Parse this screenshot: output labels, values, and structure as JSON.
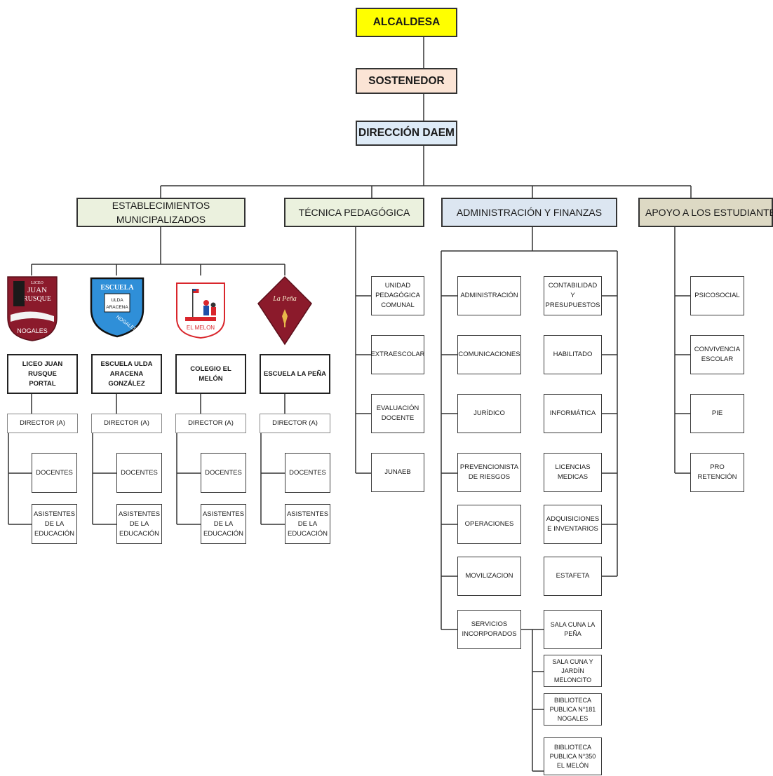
{
  "top": {
    "alcaldesa": "ALCALDESA",
    "sostenedor": "SOSTENEDOR",
    "direccion": "DIRECCIÓN DAEM"
  },
  "areas": {
    "establecimientos": "ESTABLECIMIENTOS\nMUNICIPALIZADOS",
    "tecnica": "TÉCNICA PEDAGÓGICA",
    "administracion": "ADMINISTRACIÓN Y FINANZAS",
    "apoyo": "APOYO A LOS ESTUDIANTES"
  },
  "schools": [
    {
      "name": "LICEO JUAN RUSQUE\nPORTAL",
      "director": "DIRECTOR (A)",
      "docentes": "DOCENTES",
      "asistentes": "ASISTENTES\nDE LA\nEDUCACIÓN",
      "logo": {
        "icon": "crest-liceo-juan-rusque",
        "line1": "LICEO",
        "line2": "JUAN",
        "line3": "RUSQUE",
        "line4": "NOGALES"
      }
    },
    {
      "name": "ESCUELA ULDA\nARACENA GONZÁLEZ",
      "director": "DIRECTOR (A)",
      "docentes": "DOCENTES",
      "asistentes": "ASISTENTES\nDE LA\nEDUCACIÓN",
      "logo": {
        "icon": "shield-escuela-ulda-aracena",
        "line1": "ESCUELA",
        "line2": "ULDA",
        "line3": "ARACENA",
        "line4": "NOGALES"
      }
    },
    {
      "name": "COLEGIO EL MELÓN",
      "director": "DIRECTOR (A)",
      "docentes": "DOCENTES",
      "asistentes": "ASISTENTES\nDE LA\nEDUCACIÓN",
      "logo": {
        "icon": "crest-colegio-el-melon",
        "line1": "EL MELON"
      }
    },
    {
      "name": "ESCUELA LA PEÑA",
      "director": "DIRECTOR (A)",
      "docentes": "DOCENTES",
      "asistentes": "ASISTENTES\nDE LA\nEDUCACIÓN",
      "logo": {
        "icon": "diamond-escuela-la-pena",
        "line1": "La Peña"
      }
    }
  ],
  "tecnica_items": [
    "UNIDAD\nPEDAGÓGICA\nCOMUNAL",
    "EXTRAESCOLAR",
    "EVALUACIÓN\nDOCENTE",
    "JUNAEB"
  ],
  "admin_left": [
    "ADMINISTRACIÓN",
    "COMUNICACIONES",
    "JURÍDICO",
    "PREVENCIONISTA\nDE RIESGOS",
    "OPERACIONES",
    "MOVILIZACION",
    "SERVICIOS\nINCORPORADOS"
  ],
  "admin_right": [
    "CONTABILIDAD Y\nPRESUPUESTOS",
    "HABILITADO",
    "INFORMÁTICA",
    "LICENCIAS\nMEDICAS",
    "ADQUISICIONES\nE INVENTARIOS",
    "ESTAFETA"
  ],
  "servicios": [
    "SALA CUNA LA\nPEÑA",
    "SALA CUNA Y\nJARDÍN\nMELONCITO",
    "BIBLIOTECA\nPUBLICA N°181\nNOGALES",
    "BIBLIOTECA\nPUBLICA  N°350\nEL MELÓN"
  ],
  "apoyo_items": [
    "PSICOSOCIAL",
    "CONVIVENCIA\nESCOLAR",
    "PIE",
    "PRO\nRETENCIÓN"
  ],
  "colors": {
    "alcaldesa": "#ffff00",
    "sostenedor": "#fbe4d5",
    "direccion": "#deebf7",
    "establecimientos": "#ebf1de",
    "tecnica": "#ebf1de",
    "administracion": "#dce6f1",
    "apoyo": "#ddd9c4",
    "logo_maroon": "#8b1a2b",
    "logo_blue": "#2f8fd8",
    "logo_red": "#d9262c"
  }
}
